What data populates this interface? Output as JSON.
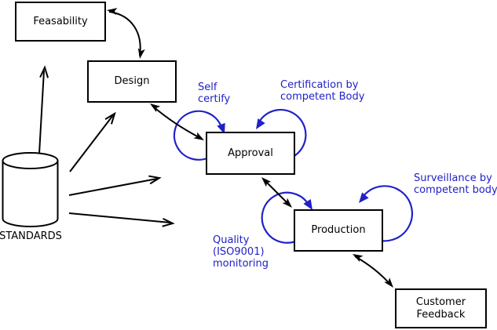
{
  "diagram": {
    "background": "#ffffff",
    "colors": {
      "line": "#000000",
      "annotation_blue": "#2121c8",
      "box_fill": "#ffffff"
    },
    "nodes": [
      {
        "id": "feasability",
        "label": "Feasability"
      },
      {
        "id": "design",
        "label": "Design"
      },
      {
        "id": "approval",
        "label": "Approval"
      },
      {
        "id": "production",
        "label": "Production"
      },
      {
        "id": "customer-feedback",
        "label": "Customer Feedback"
      }
    ],
    "datastore": {
      "label": "STANDARDS",
      "shape": "cylinder"
    },
    "annotations": [
      {
        "id": "self-certify",
        "text": "Self\ncertify"
      },
      {
        "id": "certification",
        "text": "Certification by\ncompetent Body"
      },
      {
        "id": "surveillance",
        "text": "Surveillance by\ncompetent body"
      },
      {
        "id": "quality-monitoring",
        "text": "Quality\n(ISO9001)\nmonitoring"
      }
    ],
    "edges": [
      {
        "from": "STANDARDS",
        "to": "Feasability",
        "type": "arrow"
      },
      {
        "from": "STANDARDS",
        "to": "Design",
        "type": "arrow"
      },
      {
        "from": "STANDARDS",
        "to": "Approval",
        "type": "arrow"
      },
      {
        "from": "STANDARDS",
        "to": "Production",
        "type": "arrow"
      },
      {
        "from": "Feasability",
        "to": "Design",
        "type": "double-arrow"
      },
      {
        "from": "Design",
        "to": "Approval",
        "type": "double-arrow"
      },
      {
        "from": "Approval",
        "to": "Production",
        "type": "double-arrow"
      },
      {
        "from": "Production",
        "to": "Customer Feedback",
        "type": "double-arrow"
      },
      {
        "on": "Approval",
        "label": "Self certify",
        "type": "self-loop"
      },
      {
        "on": "Approval",
        "label": "Certification by competent Body",
        "type": "self-loop"
      },
      {
        "on": "Production",
        "label": "Quality (ISO9001) monitoring",
        "type": "self-loop"
      },
      {
        "on": "Production",
        "label": "Surveillance by competent body",
        "type": "self-loop"
      }
    ]
  }
}
